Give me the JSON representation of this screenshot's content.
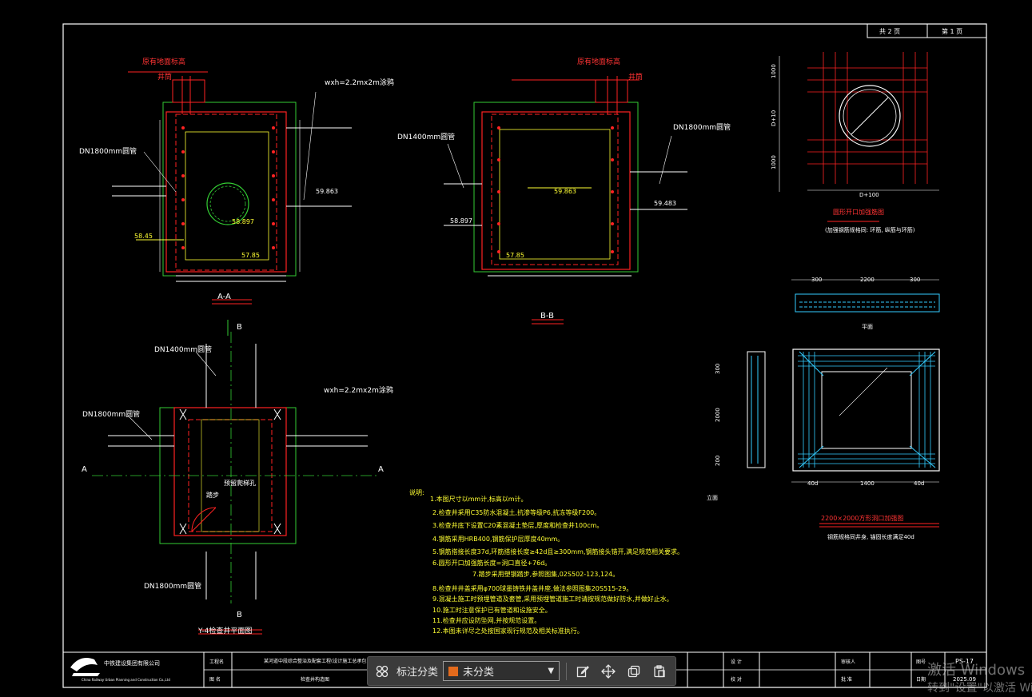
{
  "header_box": {
    "sheet_label": "共 2 页",
    "page_label": "第 1 页"
  },
  "views": {
    "aa": {
      "title": "A-A",
      "top_label": "原有地面标高",
      "side_label": "井筒",
      "wxh": "wxh=2.2mx2m涂鸦",
      "pipe_left": "DN1800mm圆管",
      "elev_top": "59.863",
      "elev_mid": "58.897",
      "elev_left": "58.45",
      "elev_bottom": "57.85"
    },
    "bb": {
      "title": "B-B",
      "top_label": "原有地面标高",
      "side_label": "井筒",
      "pipe_left": "DN1400mm圆管",
      "pipe_right": "DN1800mm圆管",
      "elev_left": "58.897",
      "elev_right": "59.483",
      "elev_center": "59.863",
      "elev_bottom": "57.85"
    },
    "plan": {
      "title": "Y-4检查井平面图",
      "pipe_top": "DN1400mm圆管",
      "pipe_left": "DN1800mm圆管",
      "pipe_bottom": "DN1800mm圆管",
      "wxh": "wxh=2.2mx2m涂鸦",
      "axis_a": "A",
      "axis_b": "B",
      "feature": "预留爬梯孔",
      "step": "踏步"
    },
    "rebar_detail": {
      "title": "圆形开口加强筋图",
      "note": "(加强钢筋规格同: 环筋, 纵筋与环筋)",
      "dim_side1": "1000",
      "dim_mid": "D+10",
      "dim_side2": "1000",
      "dim_bottom": "D+100"
    },
    "opening_detail": {
      "title": "2200×2000方形洞口加强图",
      "note": "钢筋规格同井身, 锚固长度满足40d",
      "dims_top": [
        "300",
        "2200",
        "300"
      ],
      "dims_bottom": [
        "40d",
        "1400",
        "40d"
      ],
      "dims_left": [
        "300",
        "2000",
        "200"
      ],
      "label_elev": "立面",
      "label_plan": "平面"
    }
  },
  "notes": {
    "heading": "说明:",
    "items": [
      "1.本图尺寸以mm计,标高以m计。",
      "2.检查井采用C35防水混凝土,抗渗等级P6,抗冻等级F200。",
      "3.检查井底下设置C20素混凝土垫层,厚度和检查井100cm。",
      "4.钢筋采用HRB400,钢筋保护层厚度40mm。",
      "5.钢筋搭接长度37d,环筋搭接长度≥42d且≥300mm,钢筋接头错开,满足规范相关要求。",
      "6.圆形开口加强筋长度=洞口直径+76d。",
      "7.踏步采用塑钢踏步,参照图集,02S502-123,124。",
      "8.检查井井盖采用φ700球墨铸铁井盖井座,做法参照图集20S515-29。",
      "9.混凝土施工时预埋管道及套管,采用预埋管道施工时请按规范做好防水,并做好止水。",
      "10.施工时注意保护已有管道和设施安全。",
      "11.检查井应设防坠网,并按规范设置。",
      "12.本图未详尽之处按国家现行规范及相关标准执行。"
    ]
  },
  "title_block": {
    "company": "中铁建设集团有限公司",
    "company_en": "China Railway Urban Planning and Construction Co.,Ltd",
    "project_label": "工程名",
    "project_name": "某河道中段综合整治及配套工程(设计施工总承包)-给排水",
    "drawing_label": "图 名",
    "drawing_name": "检查井构造图",
    "design_label": "设 计",
    "check_label": "校 对",
    "review_label": "审核人",
    "approve_label": "批 准",
    "number_label": "图号",
    "number": "PS-17",
    "date_label": "日期",
    "date": "2025.09"
  },
  "toolbar": {
    "label": "标注分类",
    "selected": "未分类",
    "swatch_color": "#e36a1c",
    "icons": [
      "group-icon",
      "edit-icon",
      "move-icon",
      "copy-icon",
      "paste-icon"
    ]
  },
  "watermark": {
    "line1": "激活 Windows",
    "line2": "转到\"设置\"以激活 Windows。"
  }
}
